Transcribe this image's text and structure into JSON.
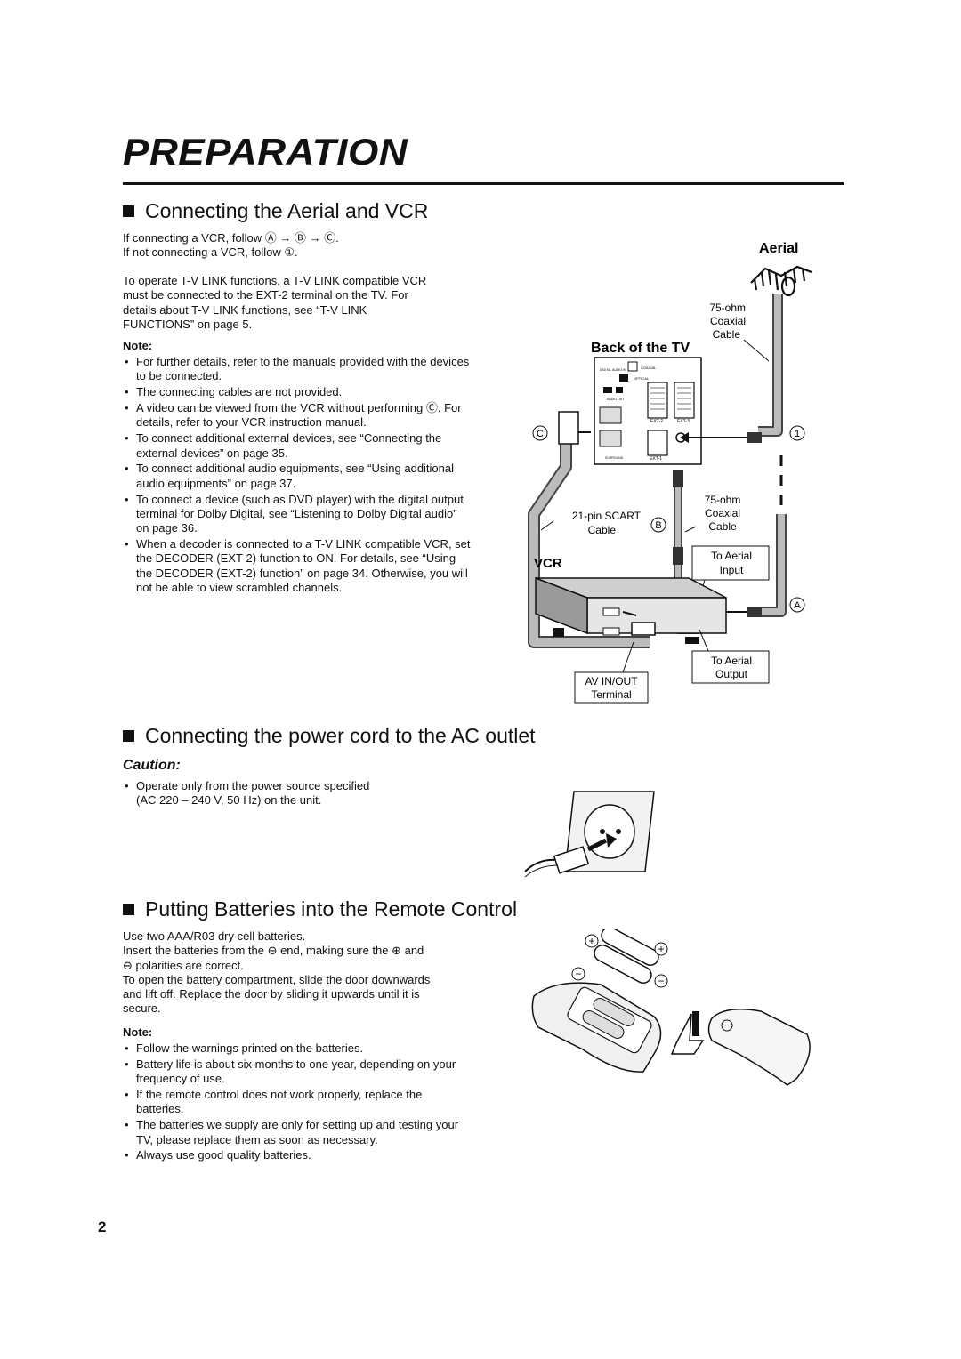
{
  "header": {
    "title": "PREPARATION"
  },
  "sections": {
    "aerial": {
      "heading": "Connecting the Aerial and VCR",
      "intro": [
        "If connecting a VCR, follow Ⓐ → Ⓑ → Ⓒ.",
        "If not connecting a VCR, follow ①."
      ],
      "paragraph": [
        "To operate T-V LINK functions, a T-V LINK compatible VCR",
        "must be connected to the EXT-2 terminal on the TV. For",
        "details about T-V LINK functions, see “T-V LINK",
        "FUNCTIONS” on page 5."
      ],
      "note_label": "Note:",
      "notes": [
        "For further details, refer to the manuals provided with the devices to be connected.",
        "The connecting cables are not provided.",
        "A video can be viewed from the VCR without performing Ⓒ. For details, refer to your VCR instruction manual.",
        "To connect additional external devices, see “Connecting the external devices” on page 35.",
        "To connect additional audio equipments, see “Using additional audio equipments” on page 37.",
        "To connect a device (such as DVD player) with the digital output terminal for Dolby Digital, see “Listening to Dolby Digital audio” on page 36.",
        "When a decoder is connected to a T-V LINK compatible VCR, set the DECODER (EXT-2) function to ON. For details, see “Using the DECODER (EXT-2) function” on page 34. Otherwise, you will not be able to view scrambled channels."
      ],
      "diagram": {
        "aerial_label": "Aerial",
        "back_of_tv_label": "Back of the TV",
        "cable_top": [
          "75-ohm",
          "Coaxial",
          "Cable"
        ],
        "cable_mid": [
          "75-ohm",
          "Coaxial",
          "Cable"
        ],
        "scart": [
          "21-pin SCART",
          "Cable"
        ],
        "vcr_label": "VCR",
        "to_aerial_input": [
          "To Aerial",
          "Input"
        ],
        "to_aerial_output": [
          "To Aerial",
          "Output"
        ],
        "av_inout": [
          "AV IN/OUT",
          "Terminal"
        ],
        "marker_a": "A",
        "marker_b": "B",
        "marker_c": "C",
        "marker_1": "1",
        "tv_panel_labels": {
          "coaxial": "COAXIAL",
          "digital_audio": "DIGITAL AUDIO IN",
          "optical": "OPTICAL",
          "ext2": "EXT-2",
          "ext3": "EXT-3",
          "ext1": "EXT-1",
          "audio_out": "AUDIO OUT",
          "surround": "SURROUND"
        }
      }
    },
    "power": {
      "heading": "Connecting the power cord to the AC outlet",
      "caution_label": "Caution:",
      "lines": [
        "Operate only from the power source specified",
        "(AC 220 – 240 V, 50 Hz) on the unit."
      ]
    },
    "batteries": {
      "heading": "Putting Batteries into the Remote Control",
      "lines": [
        "Use two AAA/R03 dry cell batteries.",
        "Insert the batteries from the ⊖ end, making sure the ⊕ and",
        "⊖ polarities are correct.",
        "To open the battery compartment, slide the door downwards",
        "and lift off. Replace the door by sliding it upwards until it is",
        "secure."
      ],
      "note_label": "Note:",
      "notes": [
        "Follow the warnings printed on the batteries.",
        "Battery life is about six months to one year, depending on your frequency of use.",
        "If the remote control does not work properly, replace the batteries.",
        "The batteries we supply are only for setting up and testing your TV, please replace them as soon as necessary.",
        "Always use good quality batteries."
      ],
      "plus_sign": "+",
      "minus_sign": "−"
    }
  },
  "footer": {
    "page_number": "2"
  }
}
